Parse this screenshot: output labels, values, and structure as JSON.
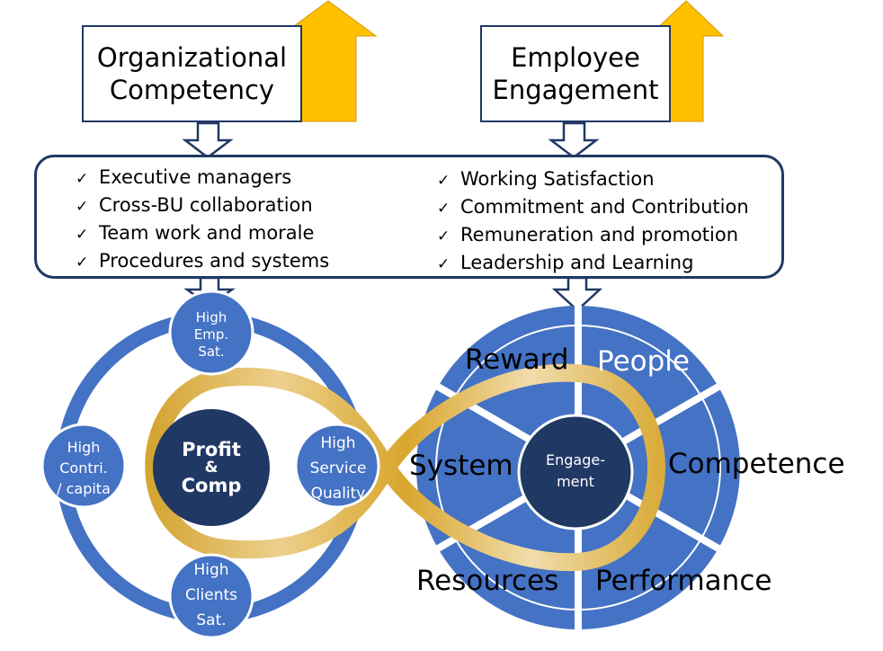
{
  "header": {
    "left_title": [
      "Organizational",
      "Competency"
    ],
    "right_title": [
      "Employee",
      "Engagement"
    ]
  },
  "lists": {
    "left": [
      "Executive managers",
      "Cross-BU collaboration",
      "Team work and morale",
      "Procedures and systems"
    ],
    "right": [
      "Working Satisfaction",
      "Commitment and Contribution",
      "Remuneration and promotion",
      "Leadership and Learning"
    ],
    "check_glyph": "✓"
  },
  "left_cycle": {
    "center": [
      "Profit",
      "&",
      "Comp"
    ],
    "nodes": {
      "top": [
        "High",
        "Emp.",
        "Sat."
      ],
      "right": [
        "High",
        "Service",
        "Quality"
      ],
      "bottom": [
        "High",
        "Clients",
        "Sat."
      ],
      "left": [
        "High",
        "Contri.",
        "/ capita"
      ]
    }
  },
  "right_cycle": {
    "center": [
      "Engage-",
      "ment"
    ],
    "segments": [
      "People",
      "Competence",
      "Performance",
      "Resources",
      "System",
      "Reward"
    ]
  },
  "colors": {
    "navy": "#203864",
    "blue": "#4472c4",
    "gold": "#ffc000",
    "ribbon": "#d4a83a"
  }
}
